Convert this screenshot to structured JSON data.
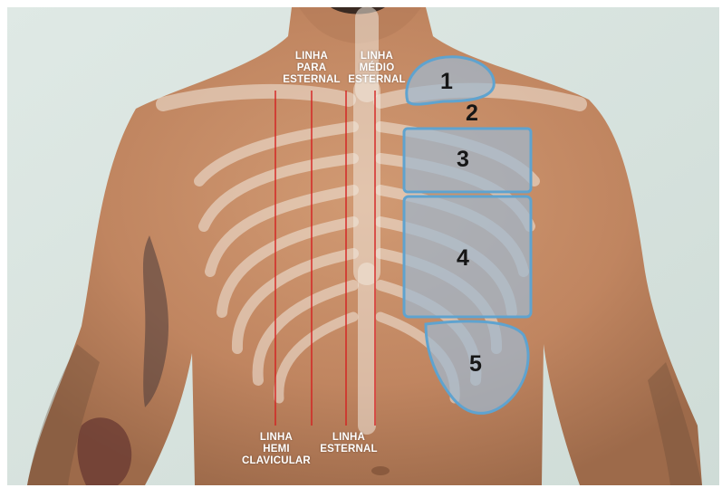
{
  "labels": {
    "linha_para_esternal": [
      "LINHA",
      "PARA",
      "ESTERNAL"
    ],
    "linha_medio_esternal": [
      "LINHA",
      "MÉDIO",
      "ESTERNAL"
    ],
    "linha_hemi_clavicular": [
      "LINHA",
      "HEMI",
      "CLAVICULAR"
    ],
    "linha_esternal": [
      "LINHA",
      "ESTERNAL"
    ]
  },
  "zones": [
    {
      "number": "1"
    },
    {
      "number": "2"
    },
    {
      "number": "3"
    },
    {
      "number": "4"
    },
    {
      "number": "5"
    }
  ],
  "colors": {
    "zone_fill": "#9fb8cf",
    "zone_stroke": "#5fa3cf",
    "reference_line": "#d42020",
    "label_text": "#ffffff",
    "number_text": "#161616",
    "background": "#d9e5e1",
    "skin": "#c48a63"
  }
}
